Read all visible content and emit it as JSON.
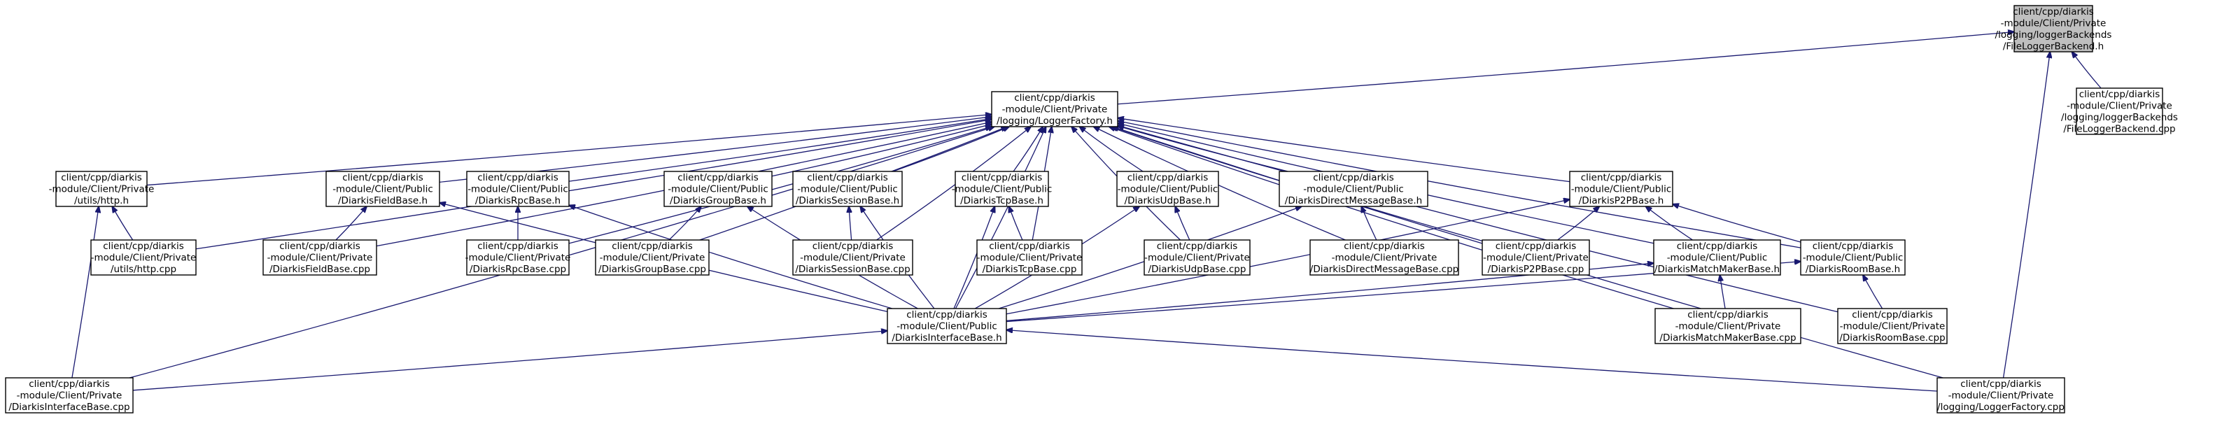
{
  "title": "",
  "nodes": [
    {
      "id": "file_logger_backend_h",
      "lines": [
        "client/cpp/diarkis",
        "-module/Client/Private",
        "/logging/loggerBackends",
        "/FileLoggerBackend.h"
      ],
      "root": true
    },
    {
      "id": "file_logger_backend_cpp",
      "lines": [
        "client/cpp/diarkis",
        "-module/Client/Private",
        "/logging/loggerBackends",
        "/FileLoggerBackend.cpp"
      ]
    },
    {
      "id": "logger_factory_h",
      "lines": [
        "client/cpp/diarkis",
        "-module/Client/Private",
        "/logging/LoggerFactory.h"
      ]
    },
    {
      "id": "http_h",
      "lines": [
        "client/cpp/diarkis",
        "-module/Client/Private",
        "/utils/http.h"
      ]
    },
    {
      "id": "http_cpp",
      "lines": [
        "client/cpp/diarkis",
        "-module/Client/Private",
        "/utils/http.cpp"
      ]
    },
    {
      "id": "field_base_h",
      "lines": [
        "client/cpp/diarkis",
        "-module/Client/Public",
        "/DiarkisFieldBase.h"
      ]
    },
    {
      "id": "field_base_cpp",
      "lines": [
        "client/cpp/diarkis",
        "-module/Client/Private",
        "/DiarkisFieldBase.cpp"
      ]
    },
    {
      "id": "rpc_base_h",
      "lines": [
        "client/cpp/diarkis",
        "-module/Client/Public",
        "/DiarkisRpcBase.h"
      ]
    },
    {
      "id": "rpc_base_cpp",
      "lines": [
        "client/cpp/diarkis",
        "-module/Client/Private",
        "/DiarkisRpcBase.cpp"
      ]
    },
    {
      "id": "group_base_h",
      "lines": [
        "client/cpp/diarkis",
        "-module/Client/Public",
        "/DiarkisGroupBase.h"
      ]
    },
    {
      "id": "group_base_cpp",
      "lines": [
        "client/cpp/diarkis",
        "-module/Client/Private",
        "/DiarkisGroupBase.cpp"
      ]
    },
    {
      "id": "session_base_h",
      "lines": [
        "client/cpp/diarkis",
        "-module/Client/Public",
        "/DiarkisSessionBase.h"
      ]
    },
    {
      "id": "session_base_cpp",
      "lines": [
        "client/cpp/diarkis",
        "-module/Client/Private",
        "/DiarkisSessionBase.cpp"
      ]
    },
    {
      "id": "tcp_base_h",
      "lines": [
        "client/cpp/diarkis",
        "-module/Client/Public",
        "/DiarkisTcpBase.h"
      ]
    },
    {
      "id": "tcp_base_cpp",
      "lines": [
        "client/cpp/diarkis",
        "-module/Client/Private",
        "/DiarkisTcpBase.cpp"
      ]
    },
    {
      "id": "udp_base_h",
      "lines": [
        "client/cpp/diarkis",
        "-module/Client/Public",
        "/DiarkisUdpBase.h"
      ]
    },
    {
      "id": "udp_base_cpp",
      "lines": [
        "client/cpp/diarkis",
        "-module/Client/Private",
        "/DiarkisUdpBase.cpp"
      ]
    },
    {
      "id": "direct_message_base_h",
      "lines": [
        "client/cpp/diarkis",
        "-module/Client/Public",
        "/DiarkisDirectMessageBase.h"
      ]
    },
    {
      "id": "direct_message_base_cpp",
      "lines": [
        "client/cpp/diarkis",
        "-module/Client/Private",
        "/DiarkisDirectMessageBase.cpp"
      ]
    },
    {
      "id": "p2p_base_h",
      "lines": [
        "client/cpp/diarkis",
        "-module/Client/Public",
        "/DiarkisP2PBase.h"
      ]
    },
    {
      "id": "p2p_base_cpp",
      "lines": [
        "client/cpp/diarkis",
        "-module/Client/Private",
        "/DiarkisP2PBase.cpp"
      ]
    },
    {
      "id": "match_maker_base_h",
      "lines": [
        "client/cpp/diarkis",
        "-module/Client/Public",
        "/DiarkisMatchMakerBase.h"
      ]
    },
    {
      "id": "match_maker_base_cpp",
      "lines": [
        "client/cpp/diarkis",
        "-module/Client/Private",
        "/DiarkisMatchMakerBase.cpp"
      ]
    },
    {
      "id": "room_base_h",
      "lines": [
        "client/cpp/diarkis",
        "-module/Client/Public",
        "/DiarkisRoomBase.h"
      ]
    },
    {
      "id": "room_base_cpp",
      "lines": [
        "client/cpp/diarkis",
        "-module/Client/Private",
        "/DiarkisRoomBase.cpp"
      ]
    },
    {
      "id": "interface_base_h",
      "lines": [
        "client/cpp/diarkis",
        "-module/Client/Public",
        "/DiarkisInterfaceBase.h"
      ]
    },
    {
      "id": "interface_base_cpp",
      "lines": [
        "client/cpp/diarkis",
        "-module/Client/Private",
        "/DiarkisInterfaceBase.cpp"
      ]
    },
    {
      "id": "logger_factory_cpp",
      "lines": [
        "client/cpp/diarkis",
        "-module/Client/Private",
        "/logging/LoggerFactory.cpp"
      ]
    }
  ],
  "edges": [
    {
      "from": "file_logger_backend_cpp",
      "to": "file_logger_backend_h"
    },
    {
      "from": "logger_factory_h",
      "to": "file_logger_backend_h"
    },
    {
      "from": "logger_factory_cpp",
      "to": "file_logger_backend_h"
    },
    {
      "from": "http_h",
      "to": "logger_factory_h"
    },
    {
      "from": "http_cpp",
      "to": "logger_factory_h"
    },
    {
      "from": "field_base_h",
      "to": "logger_factory_h"
    },
    {
      "from": "field_base_cpp",
      "to": "logger_factory_h"
    },
    {
      "from": "rpc_base_h",
      "to": "logger_factory_h"
    },
    {
      "from": "rpc_base_cpp",
      "to": "logger_factory_h"
    },
    {
      "from": "group_base_h",
      "to": "logger_factory_h"
    },
    {
      "from": "group_base_cpp",
      "to": "logger_factory_h"
    },
    {
      "from": "session_base_h",
      "to": "logger_factory_h"
    },
    {
      "from": "session_base_cpp",
      "to": "logger_factory_h"
    },
    {
      "from": "tcp_base_h",
      "to": "logger_factory_h"
    },
    {
      "from": "tcp_base_cpp",
      "to": "logger_factory_h"
    },
    {
      "from": "udp_base_h",
      "to": "logger_factory_h"
    },
    {
      "from": "udp_base_cpp",
      "to": "logger_factory_h"
    },
    {
      "from": "direct_message_base_h",
      "to": "logger_factory_h"
    },
    {
      "from": "direct_message_base_cpp",
      "to": "logger_factory_h"
    },
    {
      "from": "p2p_base_h",
      "to": "logger_factory_h"
    },
    {
      "from": "p2p_base_cpp",
      "to": "logger_factory_h"
    },
    {
      "from": "match_maker_base_h",
      "to": "logger_factory_h"
    },
    {
      "from": "room_base_h",
      "to": "logger_factory_h"
    },
    {
      "from": "room_base_cpp",
      "to": "logger_factory_h"
    },
    {
      "from": "match_maker_base_cpp",
      "to": "logger_factory_h"
    },
    {
      "from": "interface_base_h",
      "to": "logger_factory_h"
    },
    {
      "from": "interface_base_cpp",
      "to": "logger_factory_h"
    },
    {
      "from": "logger_factory_cpp",
      "to": "logger_factory_h"
    },
    {
      "from": "http_cpp",
      "to": "http_h"
    },
    {
      "from": "interface_base_cpp",
      "to": "http_h"
    },
    {
      "from": "field_base_cpp",
      "to": "field_base_h"
    },
    {
      "from": "interface_base_h",
      "to": "field_base_h"
    },
    {
      "from": "rpc_base_cpp",
      "to": "rpc_base_h"
    },
    {
      "from": "interface_base_h",
      "to": "rpc_base_h"
    },
    {
      "from": "group_base_cpp",
      "to": "group_base_h"
    },
    {
      "from": "interface_base_h",
      "to": "group_base_h"
    },
    {
      "from": "session_base_cpp",
      "to": "session_base_h"
    },
    {
      "from": "interface_base_h",
      "to": "session_base_h"
    },
    {
      "from": "tcp_base_cpp",
      "to": "tcp_base_h"
    },
    {
      "from": "interface_base_h",
      "to": "tcp_base_h"
    },
    {
      "from": "udp_base_cpp",
      "to": "udp_base_h"
    },
    {
      "from": "interface_base_h",
      "to": "udp_base_h"
    },
    {
      "from": "direct_message_base_cpp",
      "to": "direct_message_base_h"
    },
    {
      "from": "interface_base_h",
      "to": "direct_message_base_h"
    },
    {
      "from": "p2p_base_cpp",
      "to": "p2p_base_h"
    },
    {
      "from": "match_maker_base_h",
      "to": "p2p_base_h"
    },
    {
      "from": "room_base_h",
      "to": "p2p_base_h"
    },
    {
      "from": "interface_base_h",
      "to": "p2p_base_h"
    },
    {
      "from": "match_maker_base_cpp",
      "to": "match_maker_base_h"
    },
    {
      "from": "interface_base_h",
      "to": "match_maker_base_h"
    },
    {
      "from": "room_base_cpp",
      "to": "room_base_h"
    },
    {
      "from": "interface_base_h",
      "to": "room_base_h"
    },
    {
      "from": "interface_base_cpp",
      "to": "interface_base_h"
    },
    {
      "from": "logger_factory_cpp",
      "to": "interface_base_h"
    }
  ]
}
